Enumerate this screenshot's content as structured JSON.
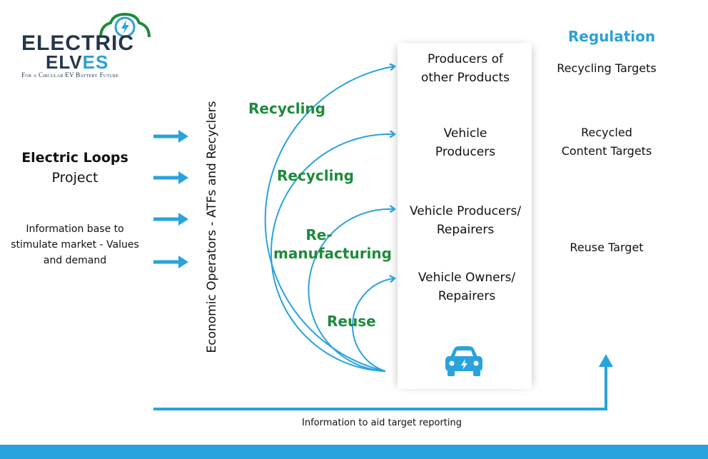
{
  "logo": {
    "word1": "ELECTRIC",
    "word2_a": "ELV",
    "word2_b": "ES",
    "tagline": "For a Circular EV Battery Future"
  },
  "project": {
    "title": "Electric Loops",
    "subtitle": "Project",
    "info_line1": "Information base to",
    "info_line2": "stimulate market  - Values",
    "info_line3": "and demand"
  },
  "operators_label": "Economic Operators - ATFs and Recyclers",
  "loops": {
    "recycling_outer": "Recycling",
    "recycling_inner": "Recycling",
    "reman_line1": "Re-",
    "reman_line2": "manufacturing",
    "reuse": "Reuse"
  },
  "destinations": {
    "d1_line1": "Producers of",
    "d1_line2": "other Products",
    "d2_line1": "Vehicle",
    "d2_line2": "Producers",
    "d3_line1": "Vehicle Producers/",
    "d3_line2": "Repairers",
    "d4_line1": "Vehicle Owners/",
    "d4_line2": "Repairers"
  },
  "regulation": {
    "title": "Regulation",
    "item1": "Recycling Targets",
    "item2_line1": "Recycled",
    "item2_line2": "Content Targets",
    "item3": "Reuse Target"
  },
  "footer_label": "Information to aid target reporting",
  "colors": {
    "accent_blue": "#29a3dc",
    "loop_green": "#1e8a3c",
    "logo_navy": "#24364a"
  },
  "icons": [
    "car-icon",
    "lightning-icon",
    "speedometer-icon",
    "right-arrow-icon",
    "up-arrow-icon"
  ]
}
